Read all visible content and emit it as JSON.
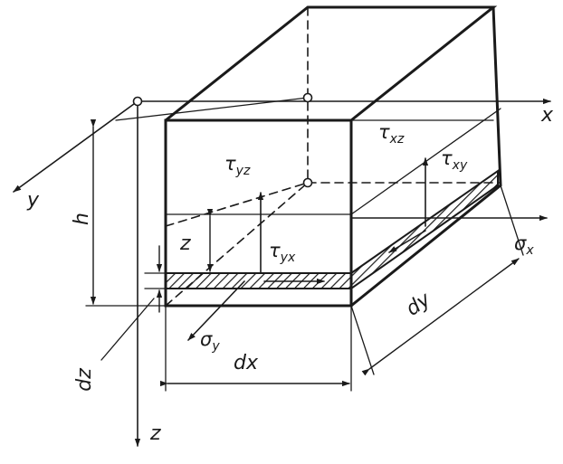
{
  "labels": {
    "x": "x",
    "y": "y",
    "z": "z",
    "h": "h",
    "z_depth": "z",
    "dx": "dx",
    "dy": "dy",
    "dz": "dz",
    "sigma_x": {
      "base": "σ",
      "sub": "x"
    },
    "sigma_y": {
      "base": "σ",
      "sub": "y"
    },
    "tau_yz": {
      "base": "τ",
      "sub": "yz"
    },
    "tau_yx": {
      "base": "τ",
      "sub": "yx"
    },
    "tau_xz": {
      "base": "τ",
      "sub": "xz"
    },
    "tau_xy": {
      "base": "τ",
      "sub": "xy"
    }
  },
  "colors": {
    "ink": "#1a1a1a",
    "background": "#ffffff"
  }
}
